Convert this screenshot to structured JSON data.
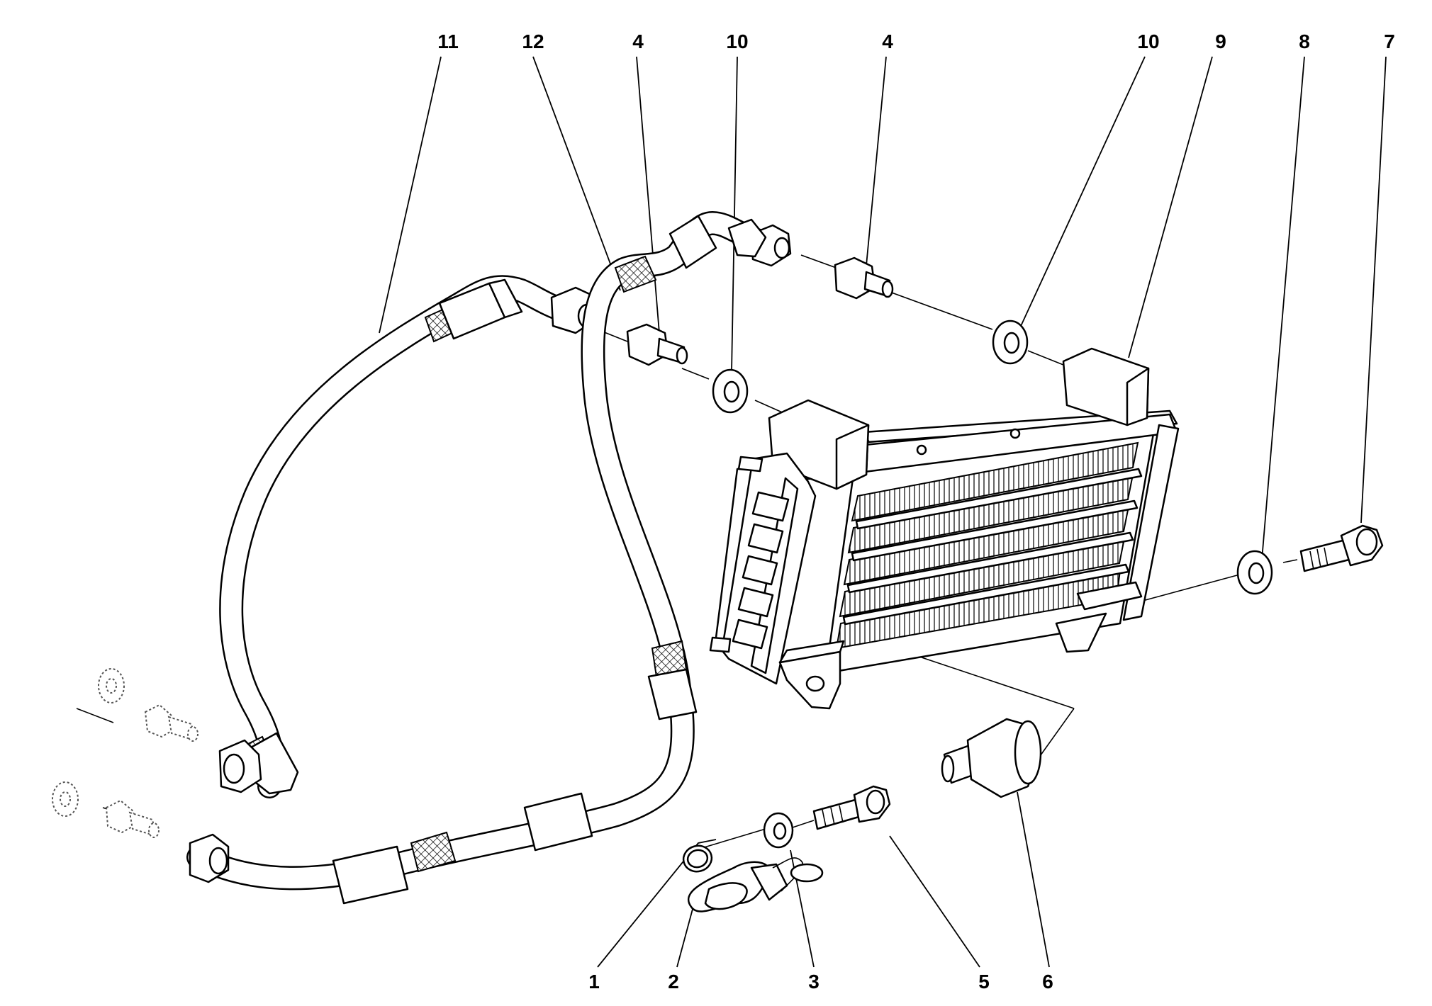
{
  "labels": {
    "l11": "11",
    "l12": "12",
    "l4a": "4",
    "l10a": "10",
    "l4b": "4",
    "l10b": "10",
    "l9": "9",
    "l8": "8",
    "l7": "7",
    "l1": "1",
    "l2": "2",
    "l3": "3",
    "l5": "5",
    "l6": "6"
  }
}
